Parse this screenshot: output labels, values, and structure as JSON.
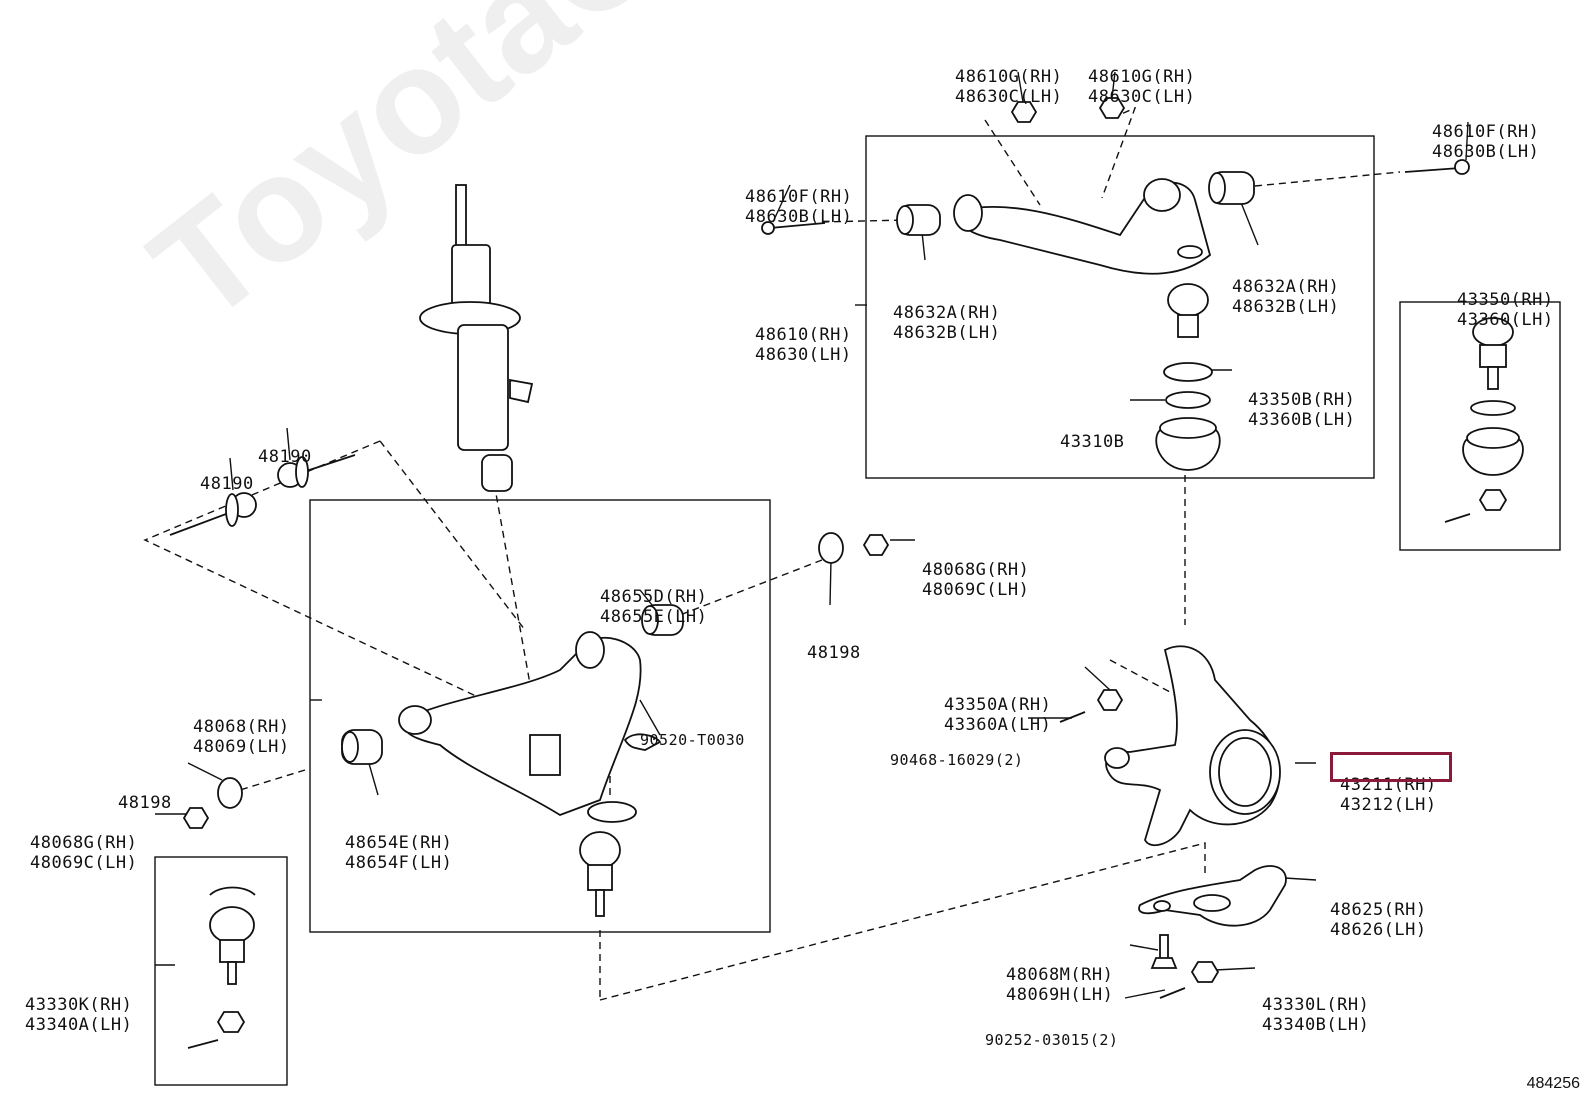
{
  "watermark": "ToyotaCarMine.ru",
  "figure_number": "484256",
  "highlight_color": "#8b1a3a",
  "labels": {
    "nut_upper_left": [
      "48610G(RH)",
      "48630C(LH)"
    ],
    "nut_upper_right": [
      "48610G(RH)",
      "48630C(LH)"
    ],
    "bolt_upper_right": [
      "48610F(RH)",
      "48630B(LH)"
    ],
    "bolt_upper_left": [
      "48610F(RH)",
      "48630B(LH)"
    ],
    "upper_arm": [
      "48610(RH)",
      "48630(LH)"
    ],
    "bush_upper_left": [
      "48632A(RH)",
      "48632B(LH)"
    ],
    "bush_upper_right": [
      "48632A(RH)",
      "48632B(LH)"
    ],
    "ring_upper": [
      "43350B(RH)",
      "43360B(LH)"
    ],
    "snap_upper": [
      "43310B"
    ],
    "balljoint_upper": [
      "43350(RH)",
      "43360(LH)"
    ],
    "cam_bolt_a": [
      "48190"
    ],
    "cam_bolt_b": [
      "48190"
    ],
    "nut_lower_right": [
      "48068G(RH)",
      "48069C(LH)"
    ],
    "bush_front": [
      "48655D(RH)",
      "48655E(LH)"
    ],
    "cam_plate_right": [
      "48198"
    ],
    "lower_arm": [
      "48068(RH)",
      "48069(LH)"
    ],
    "snap_lower": [
      "90520-T0030"
    ],
    "cam_plate_left": [
      "48198"
    ],
    "nut_lower_left": [
      "48068G(RH)",
      "48069C(LH)"
    ],
    "bush_rear": [
      "48654E(RH)",
      "48654F(LH)"
    ],
    "balljoint_lower": [
      "43330K(RH)",
      "43340A(LH)"
    ],
    "knuckle_ring": [
      "43350A(RH)",
      "43360A(LH)"
    ],
    "cotter_upper": [
      "90468-16029(2)"
    ],
    "knuckle": [
      "43211(RH)",
      "43212(LH)"
    ],
    "steering_arm": [
      "48625(RH)",
      "48626(LH)"
    ],
    "bolt_steering": [
      "48068M(RH)",
      "48069H(LH)"
    ],
    "nut_steering": [
      "43330L(RH)",
      "43340B(LH)"
    ],
    "cotter_lower": [
      "90252-03015(2)"
    ]
  }
}
